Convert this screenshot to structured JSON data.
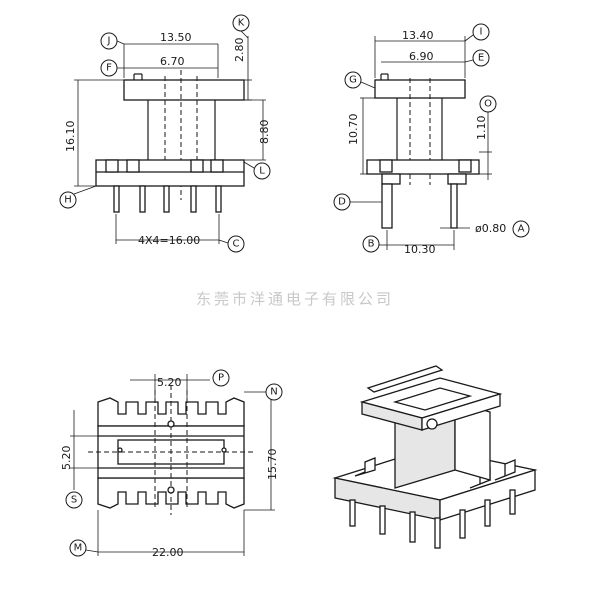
{
  "company_name": "东莞市洋通电子有限公司",
  "views": {
    "front": {
      "dims": {
        "top_width": "13.50",
        "inner_width": "6.70",
        "top_height": "2.80",
        "total_height": "16.10",
        "mid_height": "8.80",
        "pin_pitch": "4X4=16.00"
      },
      "labels": {
        "j": "J",
        "f": "F",
        "k": "K",
        "h": "H",
        "l": "L",
        "c": "C"
      }
    },
    "side": {
      "dims": {
        "top_width": "13.40",
        "inner_width": "6.90",
        "winding_height": "10.70",
        "flange": "1.10",
        "base_width": "10.30",
        "pin_dia": "ø0.80"
      },
      "labels": {
        "i": "I",
        "e": "E",
        "g": "G",
        "o": "O",
        "d": "D",
        "b": "B",
        "a": "A"
      }
    },
    "top": {
      "dims": {
        "center_width": "5.20",
        "center_height": "5.20",
        "overall_height": "15.70",
        "overall_width": "22.00"
      },
      "labels": {
        "p": "P",
        "n": "N",
        "s": "S",
        "m": "M"
      }
    }
  }
}
